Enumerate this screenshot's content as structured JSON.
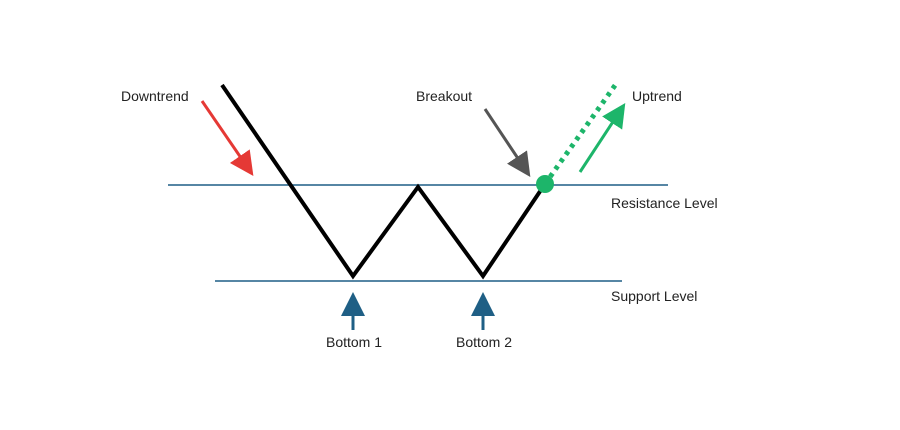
{
  "labels": {
    "downtrend": "Downtrend",
    "breakout": "Breakout",
    "uptrend": "Uptrend",
    "resistance_level": "Resistance Level",
    "support_level": "Support Level",
    "bottom_1": "Bottom 1",
    "bottom_2": "Bottom 2"
  },
  "colors": {
    "background": "#ffffff",
    "price_line": "#000000",
    "level_line": "#1f5f85",
    "downtrend_arrow": "#e53935",
    "breakout_arrow": "#555555",
    "uptrend": "#1db56a",
    "bottom_arrow": "#1f5f85",
    "text": "#222222"
  }
}
